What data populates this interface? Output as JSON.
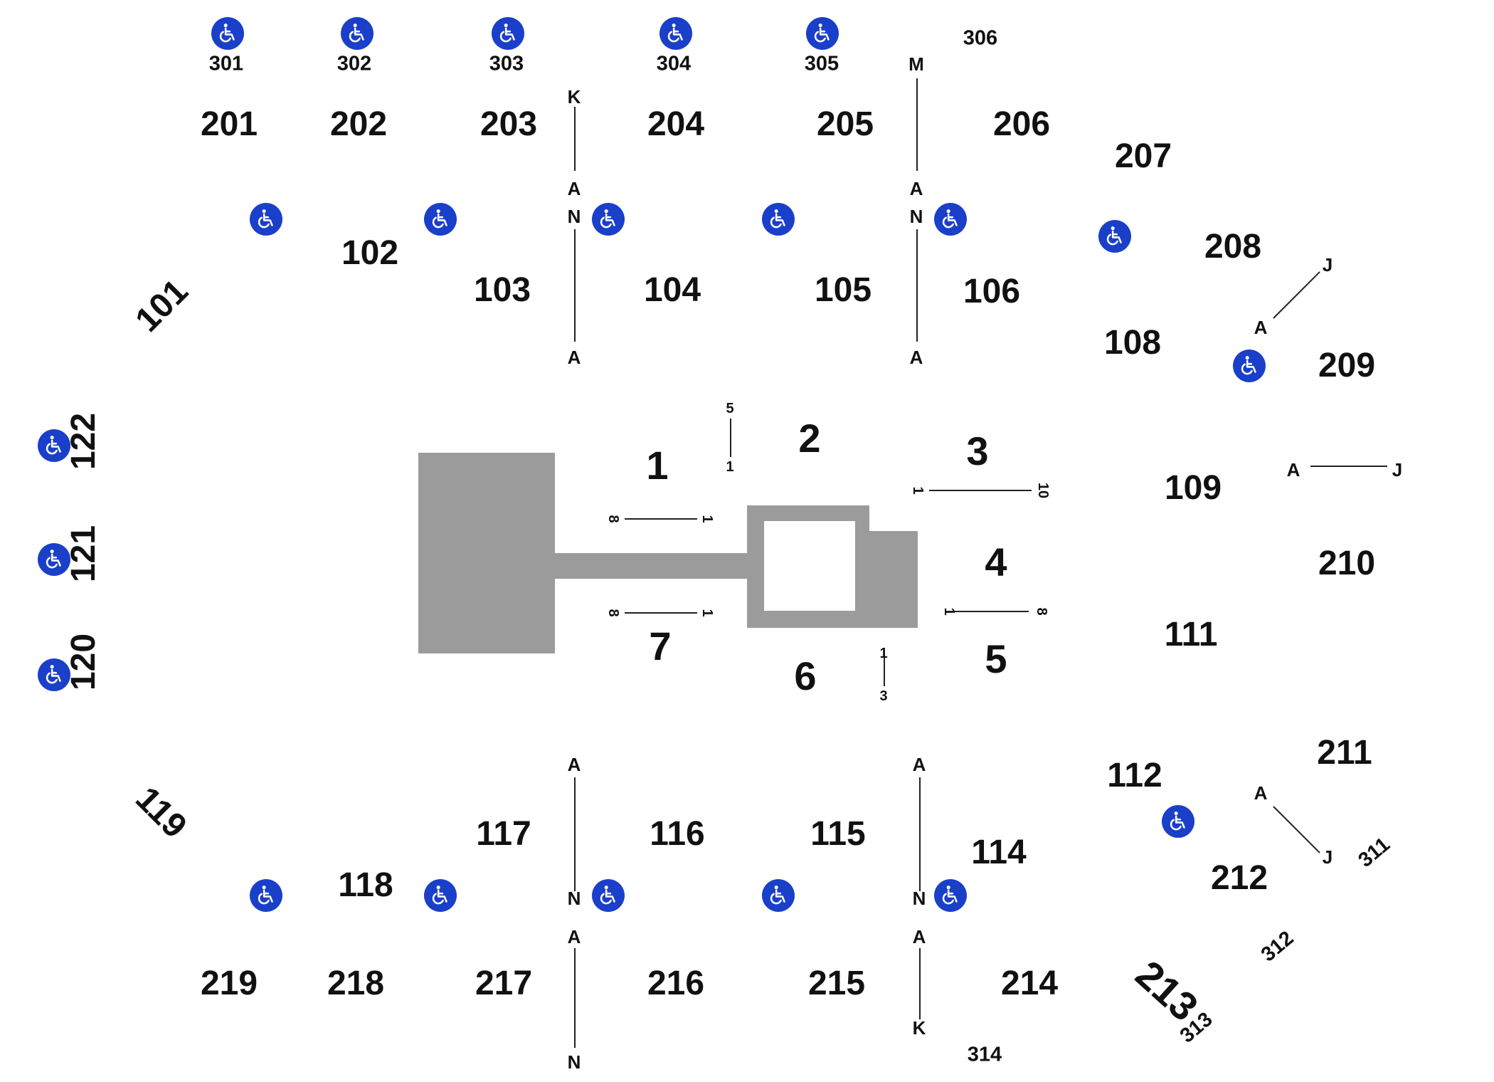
{
  "sections_100": [
    "101",
    "102",
    "103",
    "104",
    "105",
    "106",
    "108",
    "109",
    "111",
    "112",
    "114",
    "115",
    "116",
    "117",
    "118",
    "119",
    "120",
    "121",
    "122"
  ],
  "sections_200": [
    "201",
    "202",
    "203",
    "204",
    "205",
    "206",
    "207",
    "208",
    "209",
    "210",
    "211",
    "212",
    "213",
    "214",
    "215",
    "216",
    "217",
    "218",
    "219"
  ],
  "sections_300": [
    "301",
    "302",
    "303",
    "304",
    "305",
    "306",
    "311",
    "312",
    "313",
    "314"
  ],
  "floor_sections": [
    "1",
    "2",
    "3",
    "4",
    "5",
    "6",
    "7"
  ],
  "row_labels": {
    "a": "A",
    "k": "K",
    "m": "M",
    "n": "N",
    "j": "J"
  },
  "seat_labels": {
    "one": "1",
    "three": "3",
    "five": "5",
    "eight": "8",
    "ten": "10"
  },
  "icon": "wheelchair-accessible-icon",
  "colors": {
    "ada": "#1a3fc9",
    "stage": "#9b9b9b",
    "text": "#111111"
  }
}
